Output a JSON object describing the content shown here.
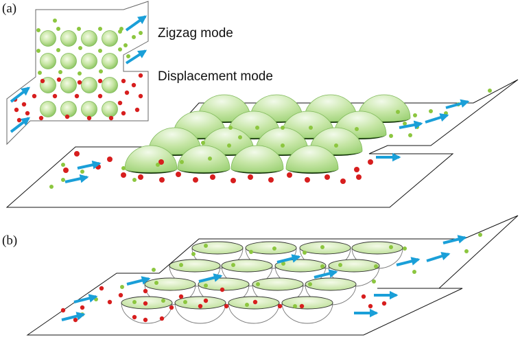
{
  "panels": [
    {
      "label": "(a)"
    },
    {
      "label": "(b)"
    }
  ],
  "legend": {
    "zigzag": "Zigzag mode",
    "displacement": "Displacement mode"
  },
  "colors": {
    "large_particle": "#9bd070",
    "small_particle": "#8cc63f",
    "red_particle": "#d71e1e",
    "arrow": "#1a9fd8",
    "outline": "#222222",
    "bowl_fill": "#dff0c4"
  }
}
